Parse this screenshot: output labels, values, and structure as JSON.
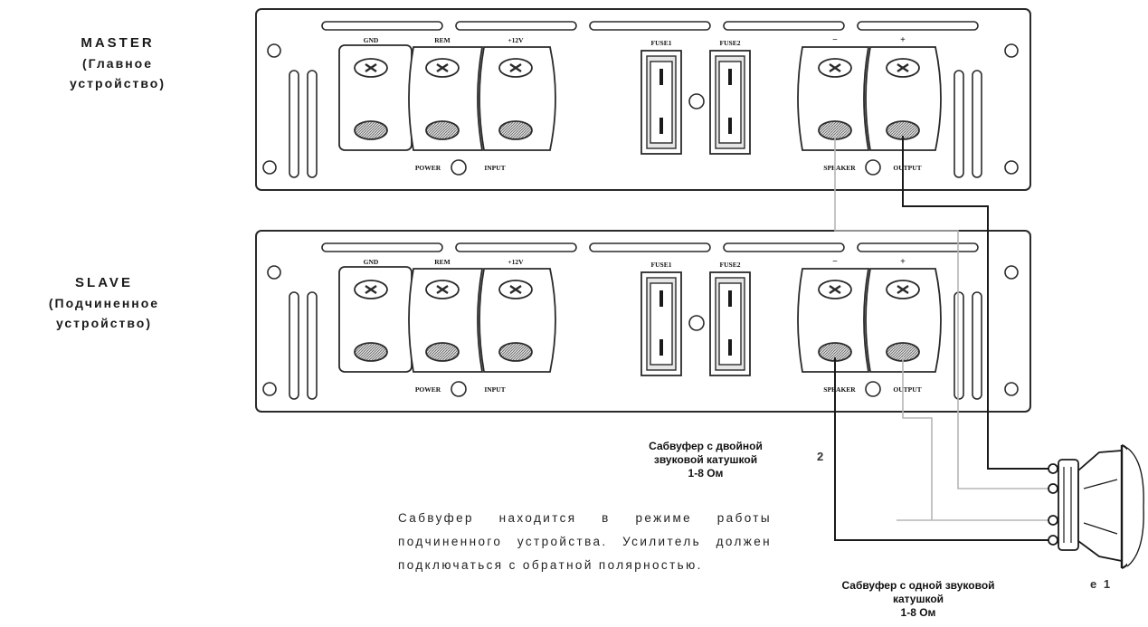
{
  "master": {
    "title": "MASTER",
    "subtitle_1": "(Главное",
    "subtitle_2": "устройство)"
  },
  "slave": {
    "title": "SLAVE",
    "subtitle_1": "(Подчиненное",
    "subtitle_2": "устройство)"
  },
  "panel": {
    "terminals_power": [
      "GND",
      "REM",
      "+12V"
    ],
    "fuses": [
      "FUSE1",
      "FUSE2"
    ],
    "terminals_speaker": [
      "−",
      "+"
    ],
    "power_label": "POWER",
    "input_label": "INPUT",
    "speaker_label": "SPEAKER",
    "output_label": "OUTPUT"
  },
  "dual_coil": {
    "line1": "Сабвуфер с двойной",
    "line2": "звуковой катушкой",
    "line3": "1-8 Ом"
  },
  "single_coil": {
    "line1": "Сабвуфер с одной звуковой",
    "line2": "катушкой",
    "line3": "1-8 Ом"
  },
  "note": "Сабвуфер находится в режиме работы подчиненного устройства. Усилитель должен подключаться с обратной полярностью.",
  "labels": {
    "num_2": "2",
    "num_1": "e 1"
  },
  "colors": {
    "wire_dark": "#1a1a1a",
    "wire_light": "#b5b5b5",
    "outline": "#2a2a2a"
  }
}
